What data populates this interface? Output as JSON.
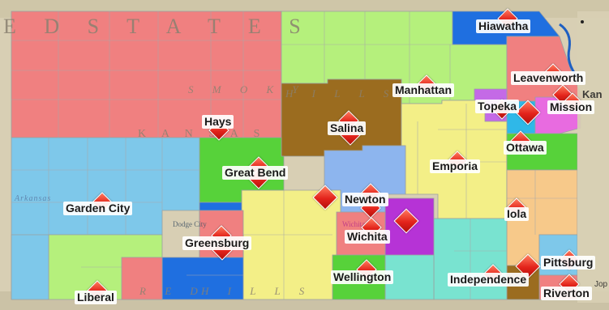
{
  "map": {
    "background_labels": {
      "state": "E D   S T A T E S",
      "kansas": "K A N S A S",
      "smoky": "S M O K Y",
      "hills_top": "H I L L S",
      "hills_bottom": "H I L L S",
      "red": "R E D",
      "dodge_city": "Dodge City",
      "wichita_faint": "Wichita",
      "arkansas": "Arkansas"
    },
    "cities": [
      {
        "id": "hiawatha",
        "name": "Hiawatha"
      },
      {
        "id": "manhattan",
        "name": "Manhattan"
      },
      {
        "id": "leavenworth",
        "name": "Leavenworth"
      },
      {
        "id": "topeka",
        "name": "Topeka"
      },
      {
        "id": "mission",
        "name": "Mission"
      },
      {
        "id": "hays",
        "name": "Hays"
      },
      {
        "id": "salina",
        "name": "Salina"
      },
      {
        "id": "ottawa",
        "name": "Ottawa"
      },
      {
        "id": "great-bend",
        "name": "Great Bend"
      },
      {
        "id": "emporia",
        "name": "Emporia"
      },
      {
        "id": "newton",
        "name": "Newton"
      },
      {
        "id": "garden-city",
        "name": "Garden City"
      },
      {
        "id": "iola",
        "name": "Iola"
      },
      {
        "id": "wichita",
        "name": "Wichita"
      },
      {
        "id": "greensburg",
        "name": "Greensburg"
      },
      {
        "id": "pittsburg",
        "name": "Pittsburg"
      },
      {
        "id": "wellington",
        "name": "Wellington"
      },
      {
        "id": "independence",
        "name": "Independence"
      },
      {
        "id": "liberal",
        "name": "Liberal"
      },
      {
        "id": "riverton",
        "name": "Riverton"
      }
    ],
    "edge_labels": {
      "kan": "Kan",
      "jop": "Jop"
    },
    "colors": {
      "pink": "#f08080",
      "light_green": "#b5f07c",
      "blue": "#1f6fe0",
      "brown": "#9b6c1f",
      "yellow": "#f3ef87",
      "light_blue": "#7ec8ea",
      "green": "#57d23a",
      "purple": "#b633d6",
      "teal": "#79e3d0",
      "peach": "#f7c98a",
      "magenta": "#e86be0"
    }
  }
}
